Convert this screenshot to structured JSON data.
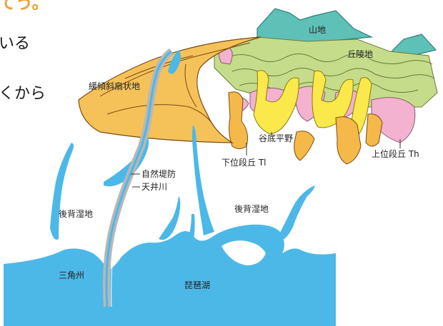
{
  "page_text": {
    "heading_fragment": "てう。",
    "line1_fragment": "いる",
    "line2_fragment": "くから"
  },
  "labels": {
    "mountain": "山地",
    "hills": "丘陵地",
    "gentle_fan": "緩傾斜扇状地",
    "valley_plain": "谷底平野",
    "lower_terrace": "下位段丘 Tl",
    "upper_terrace": "上位段丘 Th",
    "natural_levee": "自然堤防",
    "raised_river": "天井川",
    "backmarsh_left": "後背湿地",
    "backmarsh_right": "後背湿地",
    "delta": "三角州",
    "lake": "琵琶湖"
  },
  "colors": {
    "mountain": "#5fc0b8",
    "hills": "#c5dc8a",
    "fan": "#f5c25a",
    "valley": "#fbe84a",
    "terrace_low": "#f5b94a",
    "terrace_high": "#f3b2cf",
    "water": "#4cb8e8",
    "heading": "#f0a030"
  }
}
